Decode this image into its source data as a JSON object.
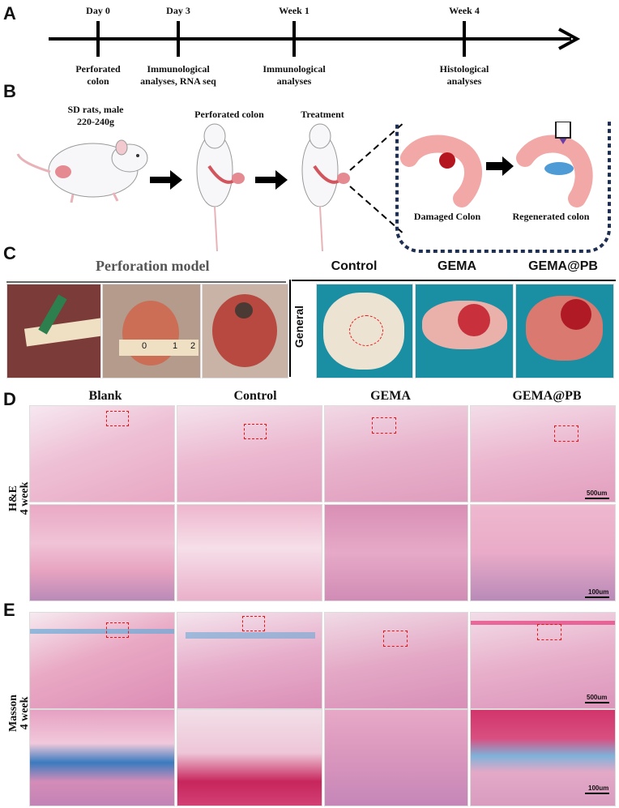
{
  "panels": {
    "A": "A",
    "B": "B",
    "C": "C",
    "D": "D",
    "E": "E"
  },
  "timeline": {
    "points": [
      {
        "top": "Day 0",
        "bottom": "Perforated\ncolon"
      },
      {
        "top": "Day 3",
        "bottom": "Immunological\nanalyses, RNA seq"
      },
      {
        "top": "Week 1",
        "bottom": "Immunological\nanalyses"
      },
      {
        "top": "Week 4",
        "bottom": "Histological\nanalyses"
      }
    ]
  },
  "schematic": {
    "rat_label": "SD rats, male\n220-240g",
    "perforated_label": "Perforated colon",
    "treatment_label": "Treatment",
    "damaged_label": "Damaged Colon",
    "regenerated_label": "Regenerated colon"
  },
  "panel_c": {
    "perforation_title": "Perforation model",
    "ruler_ticks": [
      "0",
      "1",
      "2"
    ],
    "groups": [
      "Control",
      "GEMA",
      "GEMA@PB"
    ],
    "row_label": "General"
  },
  "histology": {
    "columns": [
      "Blank",
      "Control",
      "GEMA",
      "GEMA@PB"
    ],
    "he_label": "H&E\n4 week",
    "masson_label": "Masson\n4 week",
    "scale_low": "500um",
    "scale_high": "100um"
  },
  "colors": {
    "he_pink": "#e9a9c6",
    "masson_blue": "#6aa9d6",
    "tissue_red": "#c8303c",
    "frame_blue": "#1f2f52"
  }
}
